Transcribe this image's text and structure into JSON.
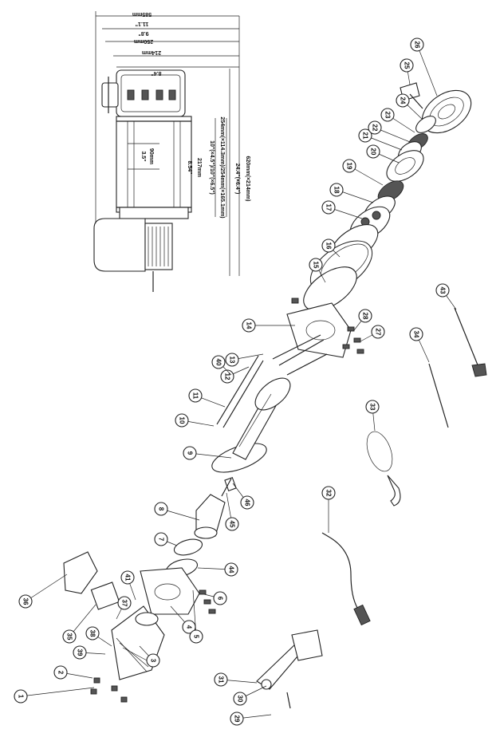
{
  "dimensions": {
    "overall_mm": "585mm",
    "overall_in": "11.1\"",
    "d1_in": "9.8\"",
    "d1_mm": "250mm",
    "d2_mm": "214mm",
    "d3_in": "8.4\"",
    "h1_in": "8.54\"",
    "h1_mm": "217mm",
    "h2_in": "3.5\"",
    "h2_mm": "90mm",
    "drum_in": "10\"(×4.5\")/10\"(×6.5\")",
    "drum_mm": "254mm(×114.3mm)/254mm(×165.1mm)",
    "total_in": "24.4\"(×6.4\")",
    "total_mm": "620mm(×214mm)"
  },
  "callouts": [
    "1",
    "2",
    "3",
    "4",
    "5",
    "6",
    "7",
    "8",
    "9",
    "10",
    "11",
    "12",
    "13",
    "14",
    "15",
    "16",
    "17",
    "18",
    "19",
    "20",
    "21",
    "22",
    "23",
    "24",
    "25",
    "26",
    "27",
    "28",
    "29",
    "30",
    "31",
    "32",
    "33",
    "34",
    "35",
    "36",
    "37",
    "38",
    "39",
    "40",
    "41",
    "43",
    "44",
    "45",
    "46"
  ],
  "colors": {
    "line": "#222222",
    "background": "#ffffff"
  }
}
